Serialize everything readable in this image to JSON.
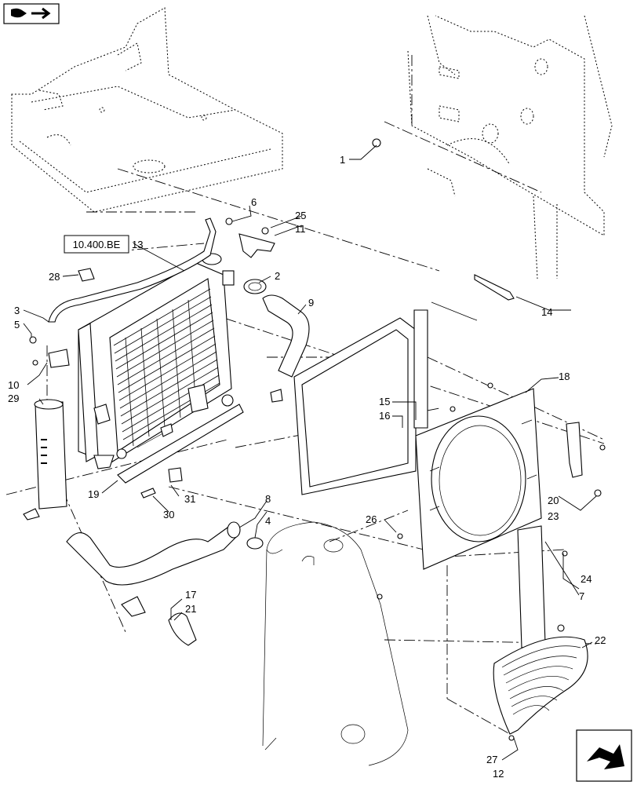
{
  "reference_box": "10.400.BE",
  "nav_icons": {
    "top_left": "flag-arrow-icon",
    "bottom_right": "arrow-box-icon"
  },
  "callouts": [
    "1",
    "2",
    "3",
    "4",
    "5",
    "6",
    "7",
    "8",
    "9",
    "10",
    "11",
    "12",
    "14",
    "15",
    "16",
    "17",
    "18",
    "19",
    "20",
    "21",
    "22",
    "23",
    "24",
    "25",
    "26",
    "27",
    "28",
    "29",
    "30",
    "31"
  ]
}
